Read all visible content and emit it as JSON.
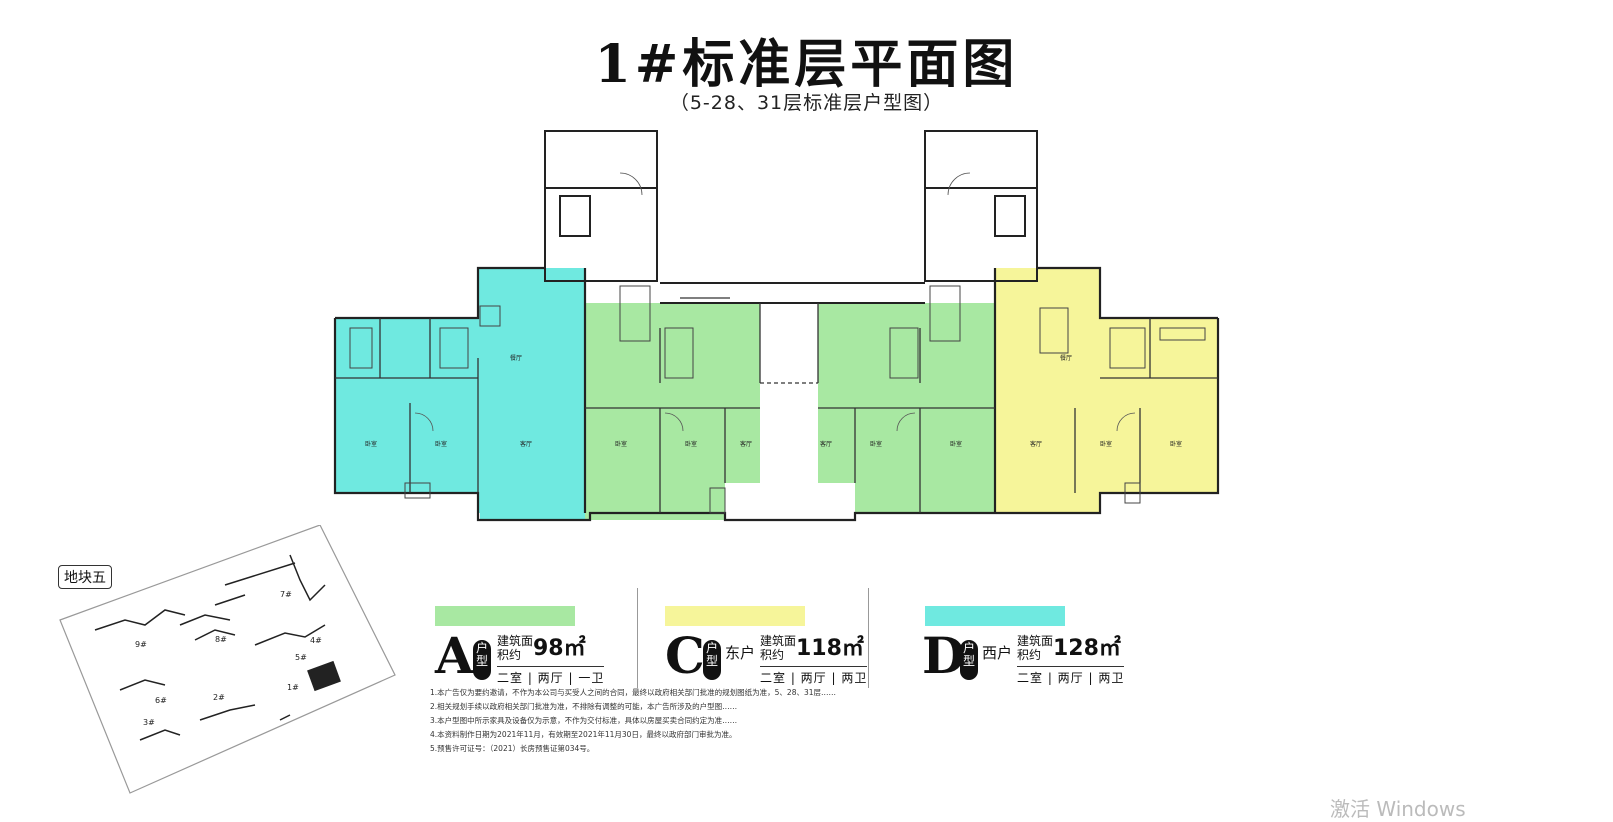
{
  "title": "1#标准层平面图",
  "subtitle": "（5-28、31层标准层户型图）",
  "colors": {
    "typeA": "#a8e8a2",
    "typeC": "#f6f59a",
    "typeD": "#6fe9e0",
    "line": "#222222"
  },
  "site_map": {
    "block_label": "地块五",
    "buildings": [
      "7#",
      "9#",
      "8#",
      "4#",
      "5#",
      "6#",
      "2#",
      "1#",
      "3#"
    ]
  },
  "unit_types": [
    {
      "letter": "A",
      "badge": "户型",
      "orientation": "",
      "area_label": "建筑面积约",
      "area_value": "98㎡",
      "rooms": "二室 | 两厅 | 一卫",
      "color": "#a8e8a2"
    },
    {
      "letter": "C",
      "badge": "户型",
      "orientation": "东户",
      "area_label": "建筑面积约",
      "area_value": "118㎡",
      "rooms": "二室 | 两厅 | 两卫",
      "color": "#f6f59a"
    },
    {
      "letter": "D",
      "badge": "户型",
      "orientation": "西户",
      "area_label": "建筑面积约",
      "area_value": "128㎡",
      "rooms": "二室 | 两厅 | 两卫",
      "color": "#6fe9e0"
    }
  ],
  "notes": [
    "1.本广告仅为要约邀请，不作为本公司与买受人之间的合同，最终以政府相关部门批准的规划图纸为准，5、28、31层……",
    "2.相关规划手续以政府相关部门批准为准，不排除有调整的可能，本广告所涉及的户型图……",
    "3.本户型图中所示家具及设备仅为示意，不作为交付标准，具体以房屋买卖合同约定为准……",
    "4.本资料制作日期为2021年11月，有效期至2021年11月30日，最终以政府部门审批为准。",
    "5.预售许可证号：（2021）长房预售证第034号。"
  ],
  "watermark": "激活 Windows"
}
